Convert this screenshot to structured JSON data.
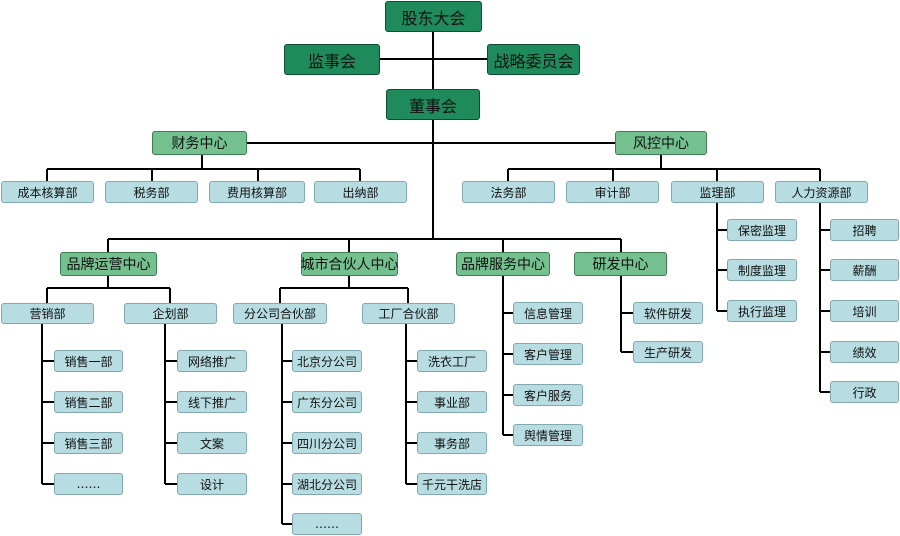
{
  "top": {
    "shareholders": "股东大会",
    "supervisory": "监事会",
    "strategy": "战略委员会",
    "board": "董事会"
  },
  "finance": {
    "title": "财务中心",
    "depts": [
      "成本核算部",
      "税务部",
      "费用核算部",
      "出纳部"
    ]
  },
  "risk": {
    "title": "风控中心",
    "depts": [
      "法务部",
      "审计部",
      "监理部",
      "人力资源部"
    ],
    "supervision_items": [
      "保密监理",
      "制度监理",
      "执行监理"
    ],
    "hr_items": [
      "招聘",
      "薪酬",
      "培训",
      "绩效",
      "行政"
    ]
  },
  "brand_ops": {
    "title": "品牌运营中心",
    "marketing": {
      "title": "营销部",
      "items": [
        "销售一部",
        "销售二部",
        "销售三部",
        "……"
      ]
    },
    "planning": {
      "title": "企划部",
      "items": [
        "网络推广",
        "线下推广",
        "文案",
        "设计"
      ]
    }
  },
  "city_partner": {
    "title": "城市合伙人中心",
    "branch_partner": {
      "title": "分公司合伙部",
      "items": [
        "北京分公司",
        "广东分公司",
        "四川分公司",
        "湖北分公司",
        "……"
      ]
    },
    "factory_partner": {
      "title": "工厂合伙部",
      "items": [
        "洗衣工厂",
        "事业部",
        "事务部",
        "千元干洗店"
      ]
    }
  },
  "brand_service": {
    "title": "品牌服务中心",
    "items": [
      "信息管理",
      "客户管理",
      "客户服务",
      "舆情管理"
    ]
  },
  "rnd": {
    "title": "研发中心",
    "items": [
      "软件研发",
      "生产研发"
    ]
  }
}
